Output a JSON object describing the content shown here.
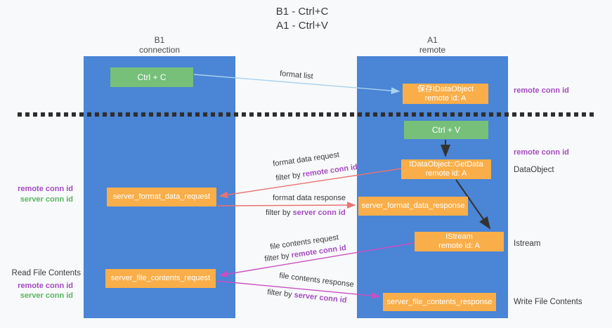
{
  "title": {
    "line1": "B1 - Ctrl+C",
    "line2": "A1 - Ctrl+V"
  },
  "lanes": {
    "left": {
      "name": "B1",
      "role": "connection"
    },
    "right": {
      "name": "A1",
      "role": "remote"
    }
  },
  "nodes": {
    "ctrl_c": {
      "label": "Ctrl + C"
    },
    "save_idataobject": {
      "line1": "保存IDataObject",
      "line2": "remote id: A"
    },
    "ctrl_v": {
      "label": "Ctrl + V"
    },
    "getdata": {
      "line1": "IDataObject::GetData",
      "line2": "remote id: A"
    },
    "server_format_data_request": {
      "label": "server_format_data_request"
    },
    "server_format_data_response": {
      "label": "server_format_data_response"
    },
    "istream": {
      "line1": "IStream",
      "line2": "remote id: A"
    },
    "server_file_contents_request": {
      "label": "server_file_contents_request"
    },
    "server_file_contents_response": {
      "label": "server_file_contents_response"
    }
  },
  "edges": {
    "format_list": "format list",
    "format_data_request": "format data request",
    "format_data_response": "format data response",
    "file_contents_request": "file contents request",
    "file_contents_response": "file contents response",
    "filter_by": "filter by"
  },
  "labels": {
    "remote_conn_id": "remote conn id",
    "server_conn_id": "server conn id",
    "dataobject": "DataObject",
    "istream": "Istream",
    "read_file_contents": "Read File Contents",
    "write_file_contents": "Write File Contents"
  },
  "colors": {
    "lane_blue": "#4a85d6",
    "node_green": "#76c07a",
    "node_orange": "#f9ae49",
    "arrow_lightblue": "#a9d2ee",
    "arrow_black": "#333333",
    "arrow_salmon": "#e87373",
    "arrow_magenta": "#c94fc2",
    "text_purple": "#a44bc0",
    "text_green": "#57b65e",
    "background": "#f8f9fa"
  }
}
